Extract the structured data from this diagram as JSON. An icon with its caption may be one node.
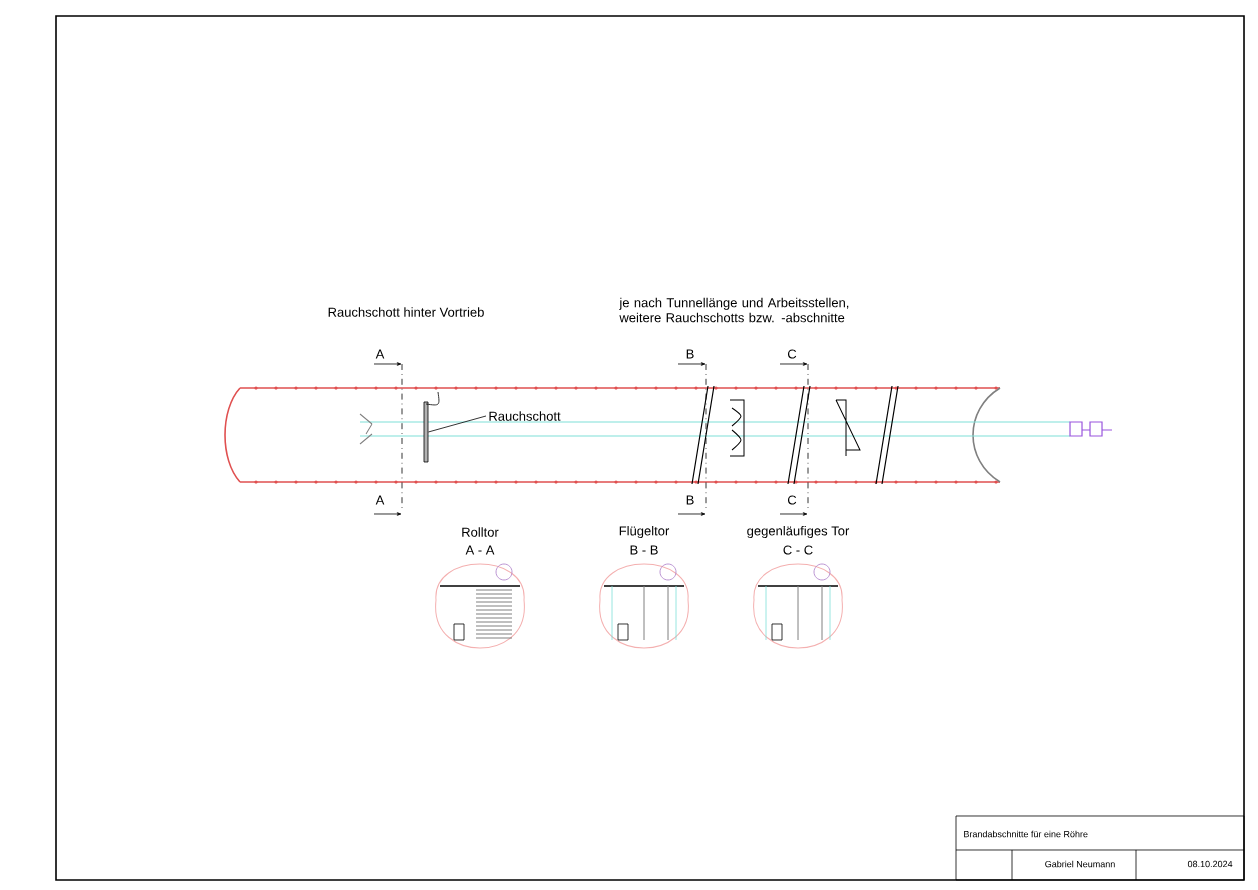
{
  "diagram": {
    "nodes": [
      {
        "text": [
          "Rauchschott"
        ]
      },
      {
        "text": [],
        "shape": "bar"
      }
    ],
    "edges": [
      {
        "from": 0,
        "to": 1,
        "arrow": "none"
      }
    ],
    "labels": [
      "Rauchschott hinter Vortrieb",
      "je nach Tunnellänge und Arbeitsstellen, weitere Rauchschotts bzw. -abschnitte",
      "A",
      "B",
      "C",
      "A",
      "B",
      "C",
      "Rolltor",
      "A - A",
      "Flügeltor",
      "B - B",
      "gegenläufiges Tor",
      "C - C",
      "Brandabschnitte für eine Röhre",
      "Gabriel Neumann",
      "08.10.2024"
    ]
  }
}
